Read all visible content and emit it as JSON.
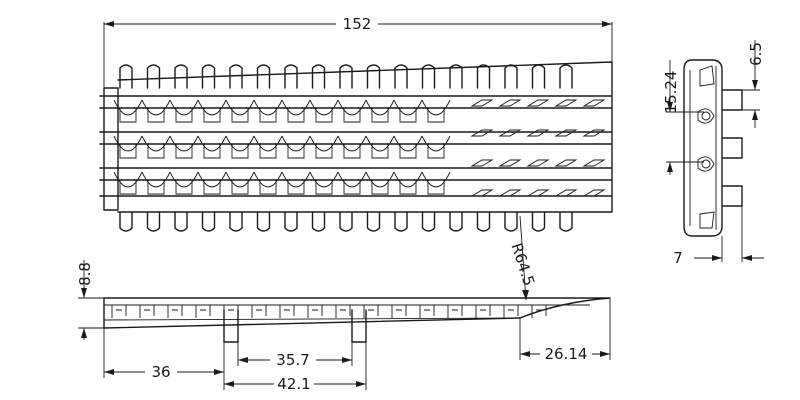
{
  "dimensions": {
    "overall_width": "152",
    "side_pitch_height": "15.24",
    "side_top_offset": "6.5",
    "side_bottom_width": "7",
    "bottom_height": "8.8",
    "bottom_left_offset": "36",
    "bottom_pin_spacing": "35.7",
    "bottom_span": "42.1",
    "bottom_right_width": "26.14",
    "radius": "R64.5"
  }
}
